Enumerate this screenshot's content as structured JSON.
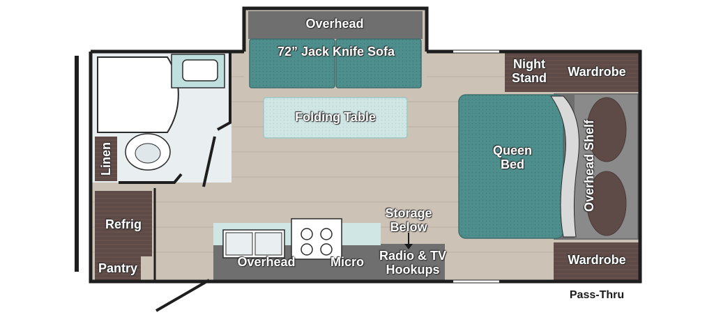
{
  "labels": {
    "overhead_top": "Overhead",
    "sofa": "72” Jack Knife Sofa",
    "night_stand": [
      "Night",
      "Stand"
    ],
    "wardrobe_top": "Wardrobe",
    "folding_table": "Folding Table",
    "queen_bed": [
      "Queen",
      "Bed"
    ],
    "overhead_shelf": "Overhead Shelf",
    "linen": "Linen",
    "refrig": "Refrig",
    "pantry": "Pantry",
    "storage_below": [
      "Storage",
      "Below"
    ],
    "overhead_kitchen": "Overhead",
    "micro": "Micro",
    "radio_tv": [
      "Radio & TV",
      "Hookups"
    ],
    "wardrobe_bottom": "Wardrobe",
    "pass_thru": "Pass-Thru"
  },
  "colors": {
    "floor": "#cdc2b6",
    "wall": "#1e1e1e",
    "wood": "#5e4a46",
    "teal": "#4e8f8d",
    "light_teal": "#cfe6e5",
    "dark_gray": "#6f6f6f",
    "bath": "#e9eef0"
  }
}
